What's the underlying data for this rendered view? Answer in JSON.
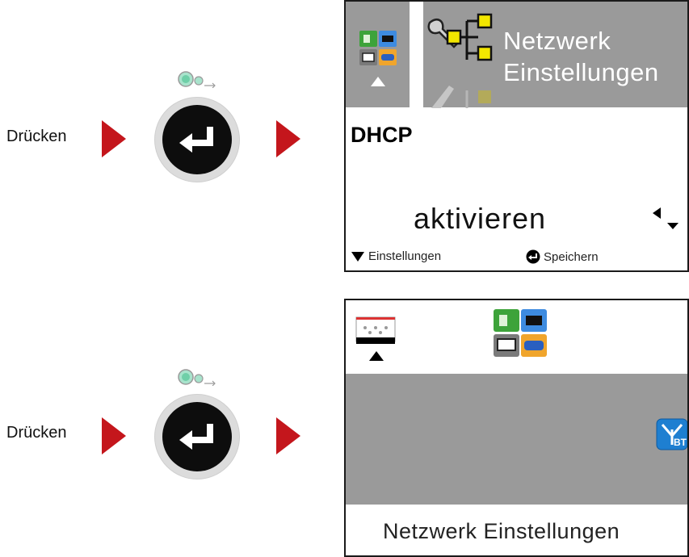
{
  "instructions": [
    {
      "label": "Drücken"
    },
    {
      "label": "Drücken"
    }
  ],
  "screen1": {
    "title_line1": "Netzwerk",
    "title_line2": "Einstellungen",
    "setting_name": "DHCP",
    "setting_value": "aktivieren",
    "hint_left": "Einstellungen",
    "hint_right": "Speichern"
  },
  "screen2": {
    "caption": "Netzwerk Einstellungen"
  },
  "colors": {
    "arrow_red": "#c4161c",
    "lcd_gray": "#9a9a9a",
    "indicator_teal": "#7fd1b2",
    "bt_blue": "#1e7fd1",
    "folder_yellow": "#f2e600"
  },
  "icons": [
    "enter-icon",
    "media-indicator-icon",
    "settings-category-icon",
    "network-tree-icon",
    "wrench-icon",
    "bluetooth-icon",
    "label-media-icon"
  ]
}
